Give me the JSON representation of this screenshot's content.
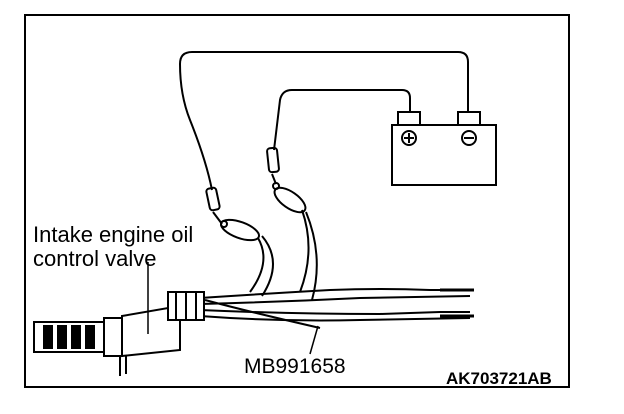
{
  "labels": {
    "valve_line_1": "Intake engine oil",
    "valve_line_2": "control valve",
    "tool": "MB991658",
    "figure_code": "AK703721AB"
  },
  "battery": {
    "positive_symbol": "⊕",
    "negative_symbol": "⊖"
  }
}
